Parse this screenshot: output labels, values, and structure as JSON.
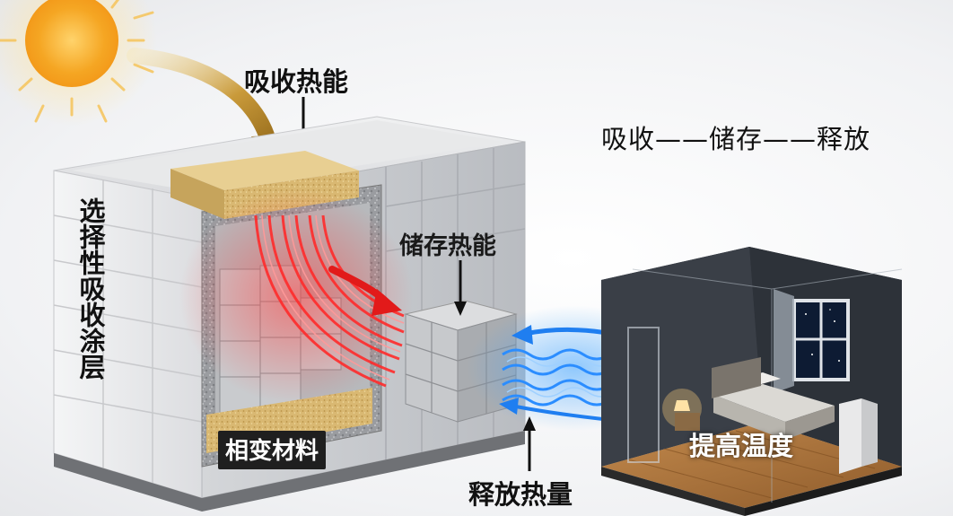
{
  "labels": {
    "absorb_heat": "吸收热能",
    "store_heat": "储存热能",
    "release_heat": "释放热量",
    "phase_change_material": "相变材料",
    "raise_temperature": "提高温度",
    "selective_absorption_coating": "选择性吸收涂层",
    "process_chain": "吸收——储存——释放"
  },
  "colors": {
    "sun": "#f5a623",
    "heat": "#ff2a2a",
    "cold_flow": "#2a8cff",
    "absorber_pad": "#d8b46a",
    "wall": "#e9eaec",
    "room_wall": "#2b2f36",
    "floor": "#a9743e"
  },
  "icons": [
    "sun-icon",
    "curved-arrow-icon",
    "heat-wave-icon",
    "airflow-wave-icon",
    "window-icon",
    "bed-icon",
    "lamp-icon"
  ]
}
